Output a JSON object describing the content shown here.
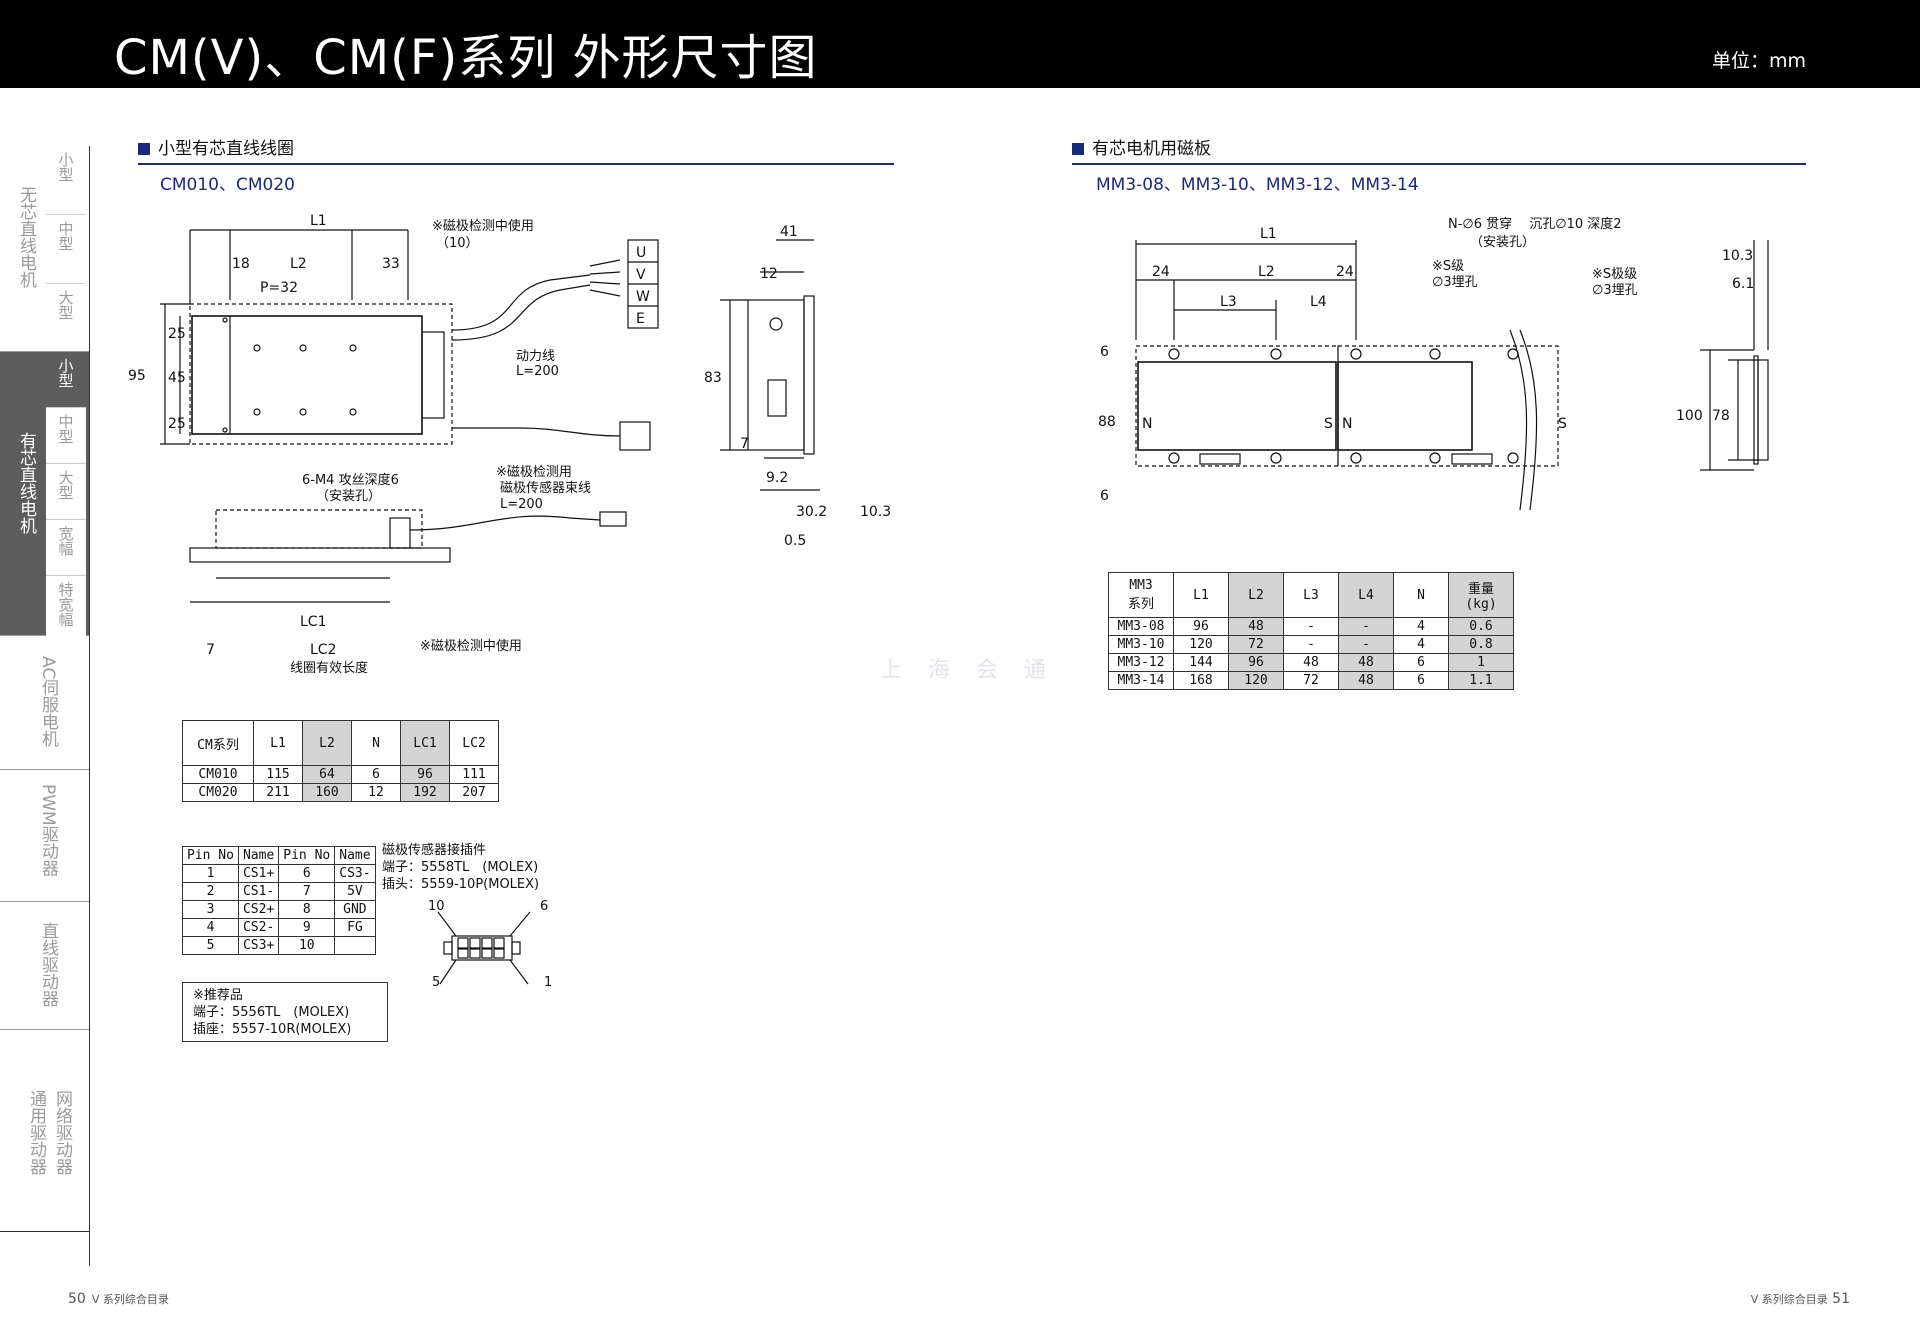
{
  "header": {
    "title": "CM(V)、CM(F)系列 外形尺寸图",
    "unit": "单位：mm"
  },
  "sidebar": {
    "group1_title": "无芯直线电机",
    "group1_items": [
      "小型",
      "中型",
      "大型"
    ],
    "group2_title": "有芯直线电机",
    "group2_items": [
      "小型",
      "中型",
      "大型",
      "宽幅",
      "特宽幅"
    ],
    "group3_title": "AC伺服电机",
    "group4_title": "PWM驱动器",
    "group5_title": "直线驱动器",
    "group6_title": "通用驱动器",
    "group6b_title": "网络驱动器"
  },
  "left": {
    "section_title": "小型有芯直线线圈",
    "subtitle": "CM010、CM020",
    "drawing": {
      "L1": "L1",
      "L2": "L2",
      "d18": "18",
      "d33": "33",
      "pitch": "P=32",
      "note1": "※磁极检测中使用",
      "d10": "（10）",
      "d25a": "25",
      "d45": "45",
      "d25b": "25",
      "d95": "95",
      "uvwe": [
        "U",
        "V",
        "W",
        "E"
      ],
      "power": "动力线",
      "powerL": "L=200",
      "tap": "6-M4 攻丝深度6",
      "tap2": "（安装孔）",
      "sensor1": "※磁极检测用",
      "sensor2": "磁极传感器束线",
      "sensorL": "L=200",
      "d41": "41",
      "d12": "12",
      "d83": "83",
      "d7": "7",
      "d92": "9.2",
      "d302": "30.2",
      "d103": "10.3",
      "d05": "0.5",
      "LC1": "LC1",
      "LC2": "LC2",
      "d7b": "7",
      "note2": "※磁极检测中使用",
      "coil": "线圈有效长度"
    },
    "table": {
      "headers": [
        "CM系列",
        "L1",
        "L2",
        "N",
        "LC1",
        "LC2"
      ],
      "rows": [
        [
          "CM010",
          "115",
          "64",
          "6",
          "96",
          "111"
        ],
        [
          "CM020",
          "211",
          "160",
          "12",
          "192",
          "207"
        ]
      ]
    },
    "pin_table": {
      "headers": [
        "Pin No",
        "Name",
        "Pin No",
        "Name"
      ],
      "rows": [
        [
          "1",
          "CS1+",
          "6",
          "CS3-"
        ],
        [
          "2",
          "CS1-",
          "7",
          "5V"
        ],
        [
          "3",
          "CS2+",
          "8",
          "GND"
        ],
        [
          "4",
          "CS2-",
          "9",
          "FG"
        ],
        [
          "5",
          "CS3+",
          "10",
          ""
        ]
      ]
    },
    "recommend": {
      "title": "※推荐品",
      "line1": "端子：5556TL　(MOLEX)",
      "line2": "插座：5557-10R(MOLEX)"
    },
    "connector": {
      "title": "磁极传感器接插件",
      "line1": "端子：5558TL　(MOLEX)",
      "line2": "插头：5559-10P(MOLEX)",
      "p10": "10",
      "p6": "6",
      "p5": "5",
      "p1": "1"
    }
  },
  "right": {
    "section_title": "有芯电机用磁板",
    "subtitle": "MM3-08、MM3-10、MM3-12、MM3-14",
    "drawing": {
      "L1": "L1",
      "L2": "L2",
      "L3": "L3",
      "L4": "L4",
      "d24a": "24",
      "d24b": "24",
      "holes": "N-∅6 贯穿　 沉孔∅10 深度2",
      "holes2": "（安装孔）",
      "s1": "※S级",
      "s1b": "∅3埋孔",
      "s2": "※S极级",
      "s2b": "∅3埋孔",
      "d6a": "6",
      "d88": "88",
      "d6b": "6",
      "N1": "N",
      "S1": "S",
      "N2": "N",
      "S2": "S",
      "d103": "10.3",
      "d61": "6.1",
      "d100": "100",
      "d78": "78"
    },
    "table": {
      "headers": [
        "MM3\n系列",
        "L1",
        "L2",
        "L3",
        "L4",
        "N",
        "重量\n(kg)"
      ],
      "rows": [
        [
          "MM3-08",
          "96",
          "48",
          "-",
          "-",
          "4",
          "0.6"
        ],
        [
          "MM3-10",
          "120",
          "72",
          "-",
          "-",
          "4",
          "0.8"
        ],
        [
          "MM3-12",
          "144",
          "96",
          "48",
          "48",
          "6",
          "1"
        ],
        [
          "MM3-14",
          "168",
          "120",
          "72",
          "48",
          "6",
          "1.1"
        ]
      ]
    }
  },
  "watermark": "上海会通",
  "footer": {
    "left_page": "50",
    "left_text": "V 系列综合目录",
    "right_text": "V 系列综合目录",
    "right_page": "51"
  }
}
